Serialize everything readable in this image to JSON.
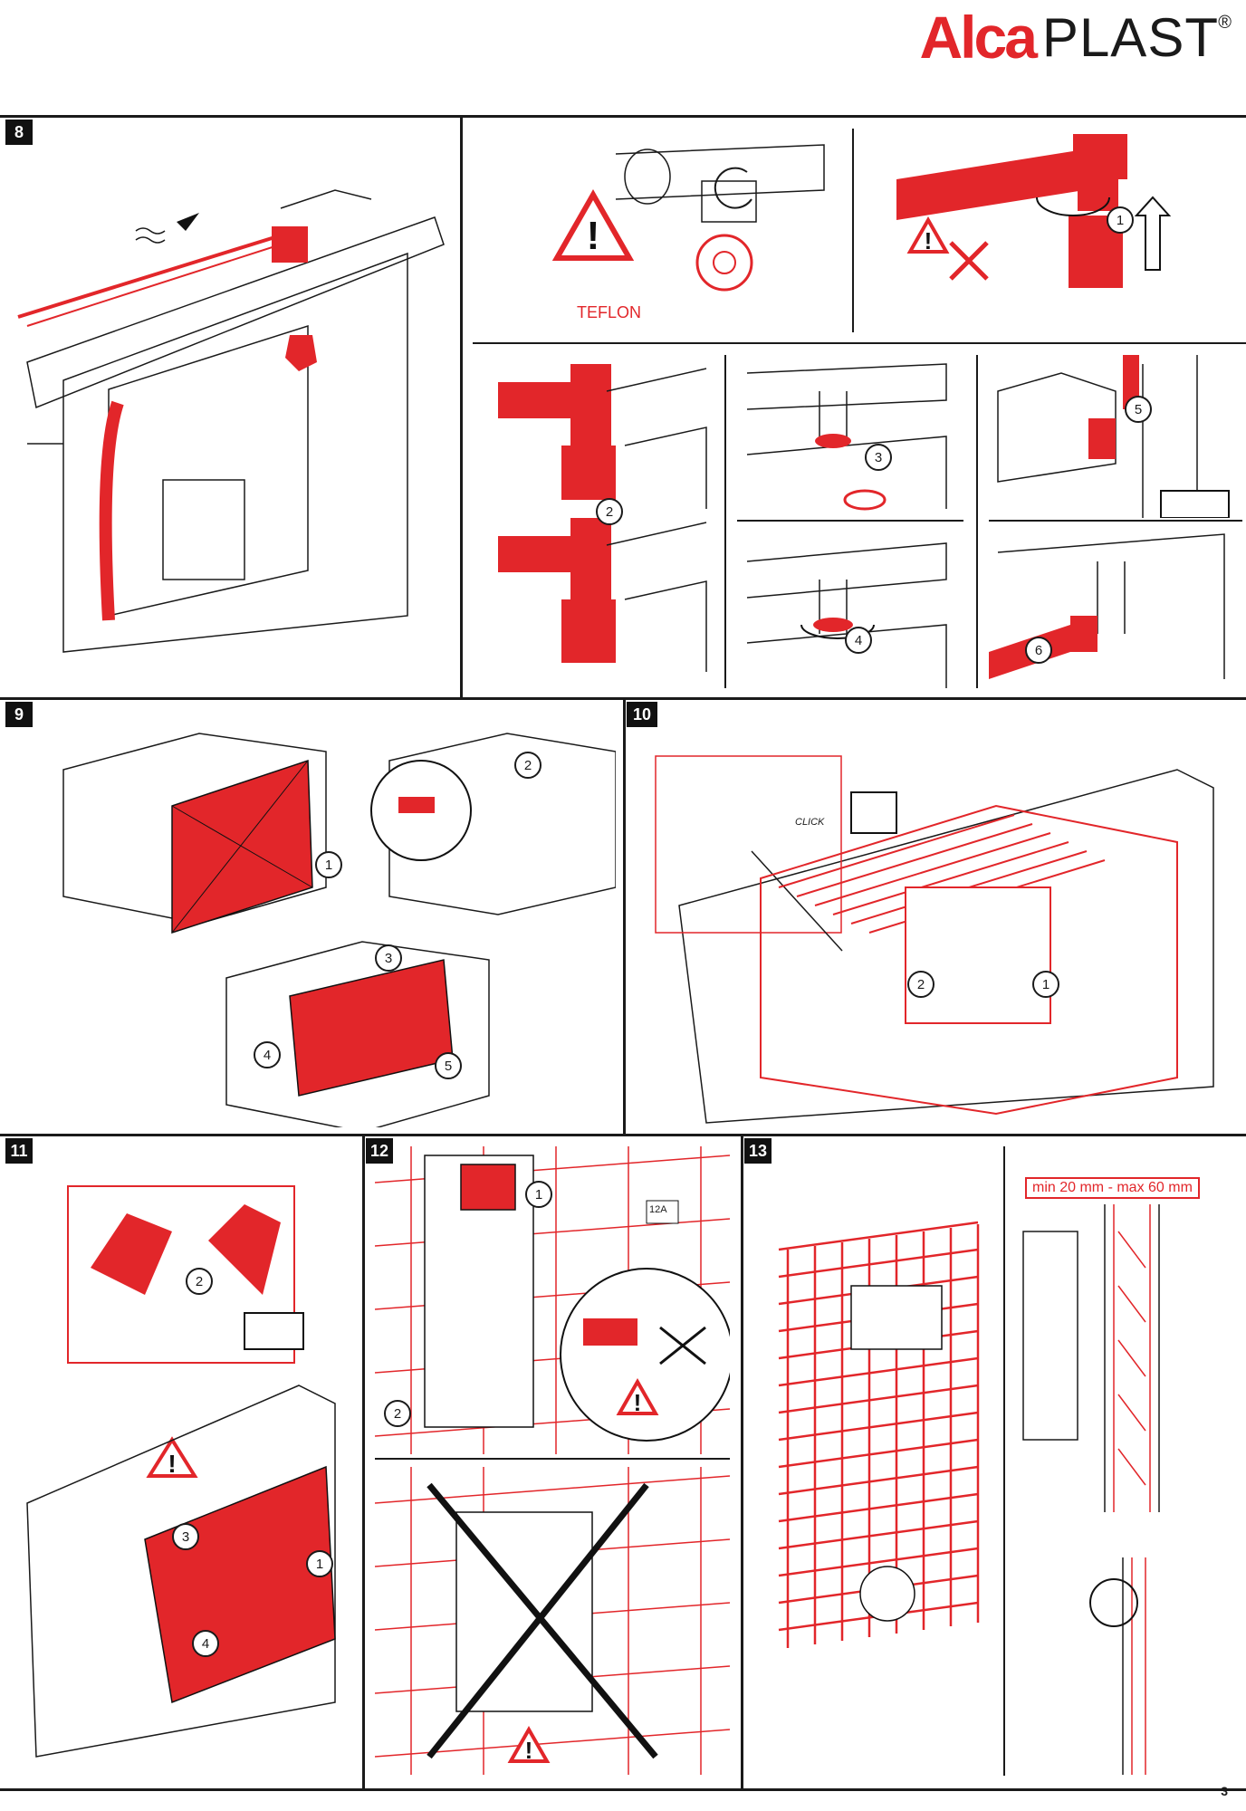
{
  "header": {
    "brand_part1": "Alca",
    "brand_part2": "PLAST",
    "registered": "®"
  },
  "sections": [
    {
      "number": "8"
    },
    {
      "number": "9"
    },
    {
      "number": "10"
    },
    {
      "number": "11"
    },
    {
      "number": "12"
    },
    {
      "number": "13"
    }
  ],
  "labels": {
    "teflon": "TEFLON",
    "click": "CLICK",
    "box_12a": "12A",
    "min_max": "min 20 mm - max 60 mm"
  },
  "steps": {
    "s8_1": "1",
    "s8_2": "2",
    "s8_3": "3",
    "s8_4": "4",
    "s8_5": "5",
    "s8_6": "6",
    "s9_1": "1",
    "s9_2": "2",
    "s9_3": "3",
    "s9_4": "4",
    "s9_5": "5",
    "s10_1": "1",
    "s10_2": "2",
    "s11_1": "1",
    "s11_2": "2",
    "s11_3": "3",
    "s11_4": "4",
    "s12_1": "1",
    "s12_2": "2"
  },
  "page_number": "3",
  "colors": {
    "accent": "#e2262a",
    "ink": "#1a1a1a"
  }
}
